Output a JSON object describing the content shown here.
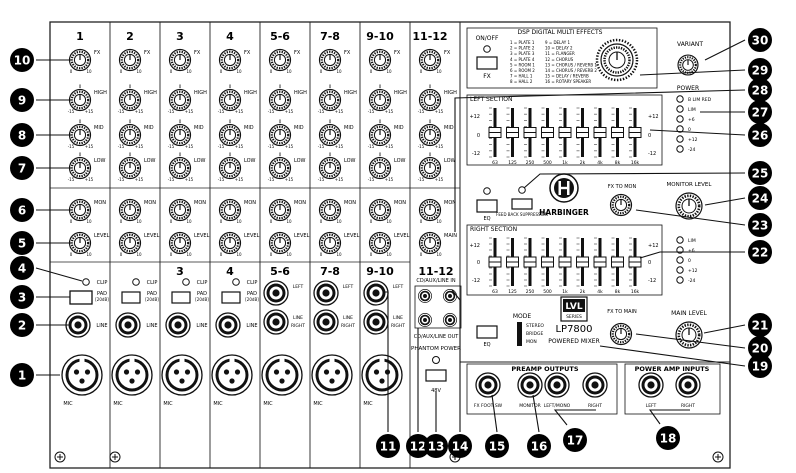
{
  "channels": [
    {
      "name": "1",
      "stereo": false,
      "label": ""
    },
    {
      "name": "2",
      "stereo": false,
      "label": ""
    },
    {
      "name": "3",
      "stereo": false,
      "label": "3"
    },
    {
      "name": "4",
      "stereo": false,
      "label": "4"
    },
    {
      "name": "5-6",
      "stereo": true,
      "label": "5-6"
    },
    {
      "name": "7-8",
      "stereo": true,
      "label": "7-8"
    },
    {
      "name": "9-10",
      "stereo": true,
      "label": "9-10"
    }
  ],
  "channel_11_12": {
    "name": "11-12",
    "label": "11-12",
    "cd_in": "CD/AUX/LINE IN",
    "cd_out": "CD/AUX/LINE OUT",
    "phantom": "PHANTOM POWER",
    "phantom_sw": "48V"
  },
  "strip": {
    "fx": "FX",
    "high": "HIGH",
    "mid": "MID",
    "low": "LOW",
    "mon": "MON",
    "level": "LEVEL",
    "main": "MAIN",
    "clip": "CLIP",
    "pad": "PAD",
    "pad_db": "[20dB]",
    "line": "LINE",
    "mic": "MIC",
    "left_mono": "LEFT (MONO)",
    "right": "RIGHT",
    "left": "LEFT",
    "scale_lo": "0",
    "scale_hi": "10",
    "scale_center": "0",
    "scale_neg": "-15",
    "scale_pos": "+15"
  },
  "dsp": {
    "onoff": "ON/OFF",
    "fx": "FX",
    "title": "DSP DIGITAL MULTI EFFECTS",
    "effects_left": [
      "1 = PLATE 1",
      "2 = PLATE 2",
      "3 = PLATE 3",
      "4 = PLATE 4",
      "5 = ROOM 1",
      "6 = ROOM 2",
      "7 = HALL 1",
      "8 = HALL 2"
    ],
    "effects_right": [
      "9 = DELAY 1",
      "10 = DELAY 2",
      "11 = FLANGER",
      "12 = CHORUS",
      "13 = CHORUS / REVERB 1",
      "14 = CHORUS / REVERB 2",
      "15 = DELAY / REVERB",
      "16 = ROTARY SPEAKER"
    ]
  },
  "variant": {
    "label": "VARIANT"
  },
  "power": {
    "label": "POWER",
    "leds": [
      "B LIM RED",
      "LIM",
      "+6",
      "0",
      "+12",
      "-24"
    ]
  },
  "right_leds": [
    "LIM",
    "+6",
    "0",
    "+12",
    "-24"
  ],
  "left_section": {
    "label": "LEFT SECTION",
    "scale": [
      "+12",
      "0",
      "-12"
    ],
    "button": "EQ",
    "button2": "FEED BACK SUPPRESSION"
  },
  "right_section": {
    "label": "RIGHT SECTION",
    "scale": [
      "+12",
      "0",
      "-12"
    ],
    "button": "EQ"
  },
  "eq_freqs": [
    "63",
    "125",
    "250",
    "500",
    "1k",
    "2k",
    "4k",
    "8k",
    "16k"
  ],
  "brand": {
    "name": "HARBINGER",
    "series_top": "LVL",
    "series_bottom": "SERIES",
    "model": "LP7800",
    "subtitle": "POWERED MIXER"
  },
  "fx_to_mon": "FX TO MON",
  "fx_to_main": "FX TO MAIN",
  "monitor_level": "MONITOR LEVEL",
  "main_level": "MAIN LEVEL",
  "mode": {
    "label": "MODE",
    "opts": [
      "STEREO",
      "BRIDGE",
      "MON"
    ]
  },
  "preamp": {
    "label": "PREAMP OUTPUTS",
    "jacks": [
      "FX FOOT SW",
      "MONITOR",
      "LEFT/MONO",
      "RIGHT"
    ]
  },
  "power_amp": {
    "label": "POWER AMP INPUTS",
    "jacks": [
      "LEFT",
      "RIGHT"
    ]
  },
  "callouts": {
    "c1": "1",
    "c2": "2",
    "c3": "3",
    "c4": "4",
    "c5": "5",
    "c6": "6",
    "c7": "7",
    "c8": "8",
    "c9": "9",
    "c10": "10",
    "c11": "11",
    "c12": "12",
    "c13": "13",
    "c14": "14",
    "c15": "15",
    "c16": "16",
    "c17": "17",
    "c18": "18",
    "c19": "19",
    "c20": "20",
    "c21": "21",
    "c22": "22",
    "c23": "23",
    "c24": "24",
    "c25": "25",
    "c26": "26",
    "c27": "27",
    "c28": "28",
    "c29": "29",
    "c30": "30"
  }
}
